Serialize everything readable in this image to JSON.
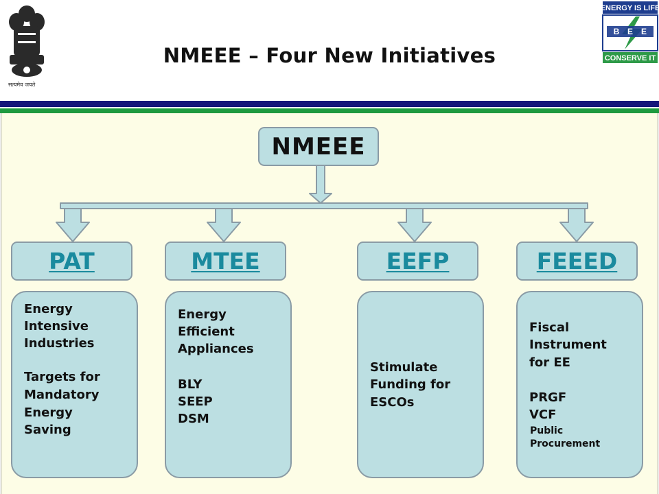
{
  "title": "NMEEE – Four New Initiatives",
  "emblem": {
    "caption": "सत्यमेव जयते"
  },
  "bee_logo": {
    "top_text": "ENERGY IS LIFE",
    "letters": [
      "B",
      "E",
      "E"
    ],
    "bottom_text": "CONSERVE IT"
  },
  "colors": {
    "node_fill": "#bcdfe2",
    "node_border": "#8a9ba5",
    "link_text": "#1a8a9e",
    "background": "#fdfde6",
    "bar_blue": "#15157a",
    "bar_green": "#1e9a3f"
  },
  "root": {
    "label": "NMEEE"
  },
  "initiatives": [
    {
      "label": "PAT",
      "lines_a": [
        "Energy",
        "Intensive",
        "Industries"
      ],
      "lines_b": [
        "Targets for",
        "Mandatory",
        "Energy",
        "Saving"
      ]
    },
    {
      "label": "MTEE",
      "lines_a": [
        "Energy",
        "Efficient",
        "Appliances"
      ],
      "lines_b": [
        "BLY",
        "SEEP",
        "DSM"
      ]
    },
    {
      "label": "EEFP",
      "lines_a": [
        "Stimulate",
        "Funding for",
        "ESCOs"
      ]
    },
    {
      "label": "FEEED",
      "lines_a": [
        "Fiscal",
        "Instrument",
        "for EE"
      ],
      "lines_b": [
        "PRGF",
        "VCF"
      ],
      "lines_small": [
        "Public",
        "Procurement"
      ]
    }
  ]
}
